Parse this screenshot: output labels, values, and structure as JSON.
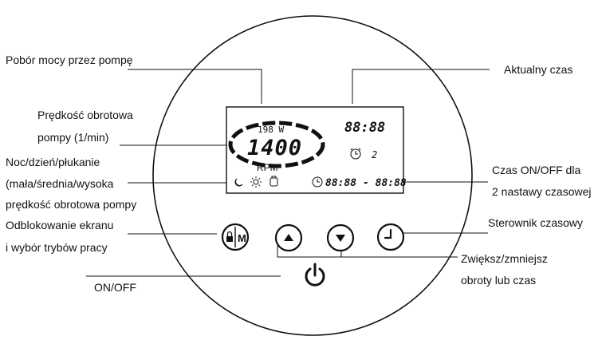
{
  "labels": {
    "power_consumption": "Pobór mocy przez pompę",
    "speed_line1": "Prędkość obrotowa",
    "speed_line2": "pompy (1/min)",
    "mode_line1": "Noc/dzień/płukanie",
    "mode_line2": "(mała/średnia/wysoka",
    "mode_line3": "prędkość obrotowa pompy",
    "unlock_line1": "Odblokowanie ekranu",
    "unlock_line2": "i wybór trybów pracy",
    "onoff": "ON/OFF",
    "current_time": "Aktualny czas",
    "timer_onoff_line1": "Czas ON/OFF dla",
    "timer_onoff_line2": "2 nastawy czasowej",
    "timer_controller": "Sterownik czasowy",
    "updown_line1": "Zwiększ/zmniejsz",
    "updown_line2": "obroty lub czas"
  },
  "display": {
    "power": "198 W",
    "speed": "1400",
    "speed_unit": "RPM",
    "clock": "88:88",
    "alarm_number": "2",
    "schedule": "88:88 - 88:88"
  },
  "buttons": {
    "mode_letter": "M"
  },
  "icons": {
    "mode_icons": [
      "moon-icon",
      "sun-icon",
      "flush-icon"
    ],
    "schedule_icon": "clock-icon",
    "alarm_icon": "alarm-clock-icon",
    "unlock_button": "lock-icon",
    "up_button": "triangle-up-icon",
    "down_button": "triangle-down-icon",
    "timer_button": "clock-hands-icon",
    "power_button": "power-icon"
  }
}
